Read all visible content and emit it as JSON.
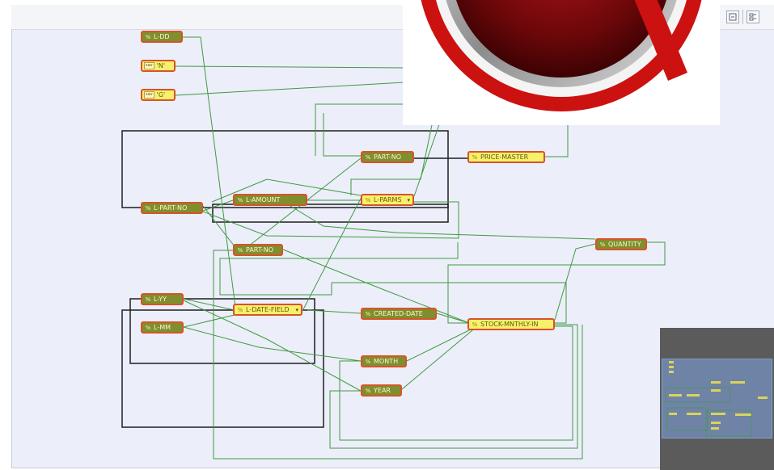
{
  "nodes": [
    {
      "id": "l-dd",
      "label": "L-DD",
      "style": "dark",
      "icon": "field-icon"
    },
    {
      "id": "lit-n",
      "label": "'N'",
      "badge": "sav",
      "style": "light",
      "icon": "literal-icon"
    },
    {
      "id": "lit-g",
      "label": "'G'",
      "badge": "sav",
      "style": "light",
      "icon": "literal-icon"
    },
    {
      "id": "part-no-top",
      "label": "PART-NO",
      "style": "dark",
      "icon": "field-icon"
    },
    {
      "id": "price-master",
      "label": "PRICE-MASTER",
      "style": "light",
      "icon": "table-icon"
    },
    {
      "id": "l-parms",
      "label": "L-PARMS",
      "style": "light",
      "icon": "table-icon",
      "dropdown": "▾"
    },
    {
      "id": "l-part-no",
      "label": "L-PART-NO",
      "style": "dark",
      "icon": "field-icon"
    },
    {
      "id": "l-amount",
      "label": "L-AMOUNT",
      "style": "dark",
      "icon": "field-icon"
    },
    {
      "id": "quantity",
      "label": "QUANTITY",
      "style": "dark",
      "icon": "field-icon"
    },
    {
      "id": "part-no-mid",
      "label": "PART-NO",
      "style": "dark",
      "icon": "field-icon"
    },
    {
      "id": "l-yy",
      "label": "L-YY",
      "style": "dark",
      "icon": "field-icon"
    },
    {
      "id": "l-date-field",
      "label": "L-DATE-FIELD",
      "style": "light",
      "icon": "table-icon",
      "dropdown": "▾"
    },
    {
      "id": "created-date",
      "label": "CREATED-DATE",
      "style": "dark",
      "icon": "field-icon"
    },
    {
      "id": "stock-mnthly-in",
      "label": "STOCK-MNTHLY-IN",
      "style": "light",
      "icon": "table-icon"
    },
    {
      "id": "l-mm",
      "label": "L-MM",
      "style": "dark",
      "icon": "field-icon"
    },
    {
      "id": "month",
      "label": "MONTH",
      "style": "dark",
      "icon": "field-icon"
    },
    {
      "id": "year",
      "label": "YEAR",
      "style": "dark",
      "icon": "field-icon"
    }
  ],
  "colors": {
    "canvas": "#eceefa",
    "connector": "#3f9a3f",
    "group_outline": "#1f1f1f",
    "node_border": "#d8532b",
    "node_dark": "#7f8f2e",
    "node_light": "#f7f06a"
  },
  "toolbar": {
    "buttons": [
      {
        "id": "collapse",
        "icon": "collapse-icon"
      },
      {
        "id": "layout",
        "icon": "layout-icon"
      }
    ]
  },
  "overlay": {
    "icon": "prohibited-sign-icon"
  },
  "overview": {
    "icon": "minimap-overview"
  }
}
